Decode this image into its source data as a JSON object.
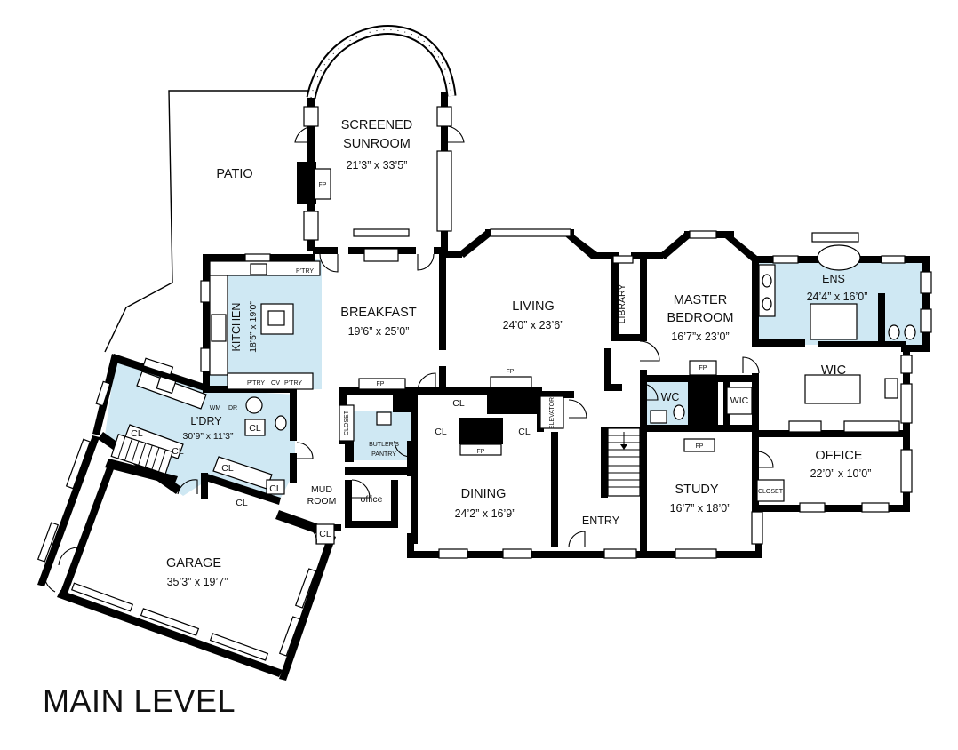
{
  "title": "MAIN LEVEL",
  "colors": {
    "wet_area": "#cfe8f3",
    "wall": "#000000"
  },
  "rooms": {
    "patio": {
      "name": "PATIO"
    },
    "sunroom": {
      "name1": "SCREENED",
      "name2": "SUNROOM",
      "dims": "21’3” x 33’5”",
      "fp": "FP"
    },
    "kitchen": {
      "name": "KITCHEN",
      "dims": "18’5” x 19’0”",
      "pantry": "P’TRY",
      "oven": "OV"
    },
    "breakfast": {
      "name": "BREAKFAST",
      "dims": "19’6” x 25’0”",
      "pantry": "P’TRY"
    },
    "living": {
      "name": "LIVING",
      "dims": "24’0” x 23’6”"
    },
    "library": {
      "name": "LIBRARY"
    },
    "master": {
      "name1": "MASTER",
      "name2": "BEDROOM",
      "dims": "16’7”x 23’0”"
    },
    "ens": {
      "name": "ENS",
      "dims": "24’4” x 16’0”"
    },
    "laundry": {
      "name": "L’DRY",
      "dims": "30’9” x 11’3”",
      "wm": "WM",
      "dr": "DR"
    },
    "butler": {
      "name1": "BUTLER’S",
      "name2": "PANTRY"
    },
    "closet_small": "CLOSET",
    "elevator": "ELEVATOR",
    "dining": {
      "name": "DINING",
      "dims": "24’2” x 16’9”"
    },
    "mudroom": {
      "name1": "MUD",
      "name2": "ROOM"
    },
    "office_small": "office",
    "entry": {
      "name": "ENTRY"
    },
    "study": {
      "name": "STUDY",
      "dims": "16’7” x 18’0”"
    },
    "wc": "WC",
    "wic": "WIC",
    "office": {
      "name": "OFFICE",
      "dims": "22’0” x 10’0”"
    },
    "garage": {
      "name": "GARAGE",
      "dims": "35’3” x 19’7”"
    },
    "cl": "CL",
    "fp": "FP"
  }
}
